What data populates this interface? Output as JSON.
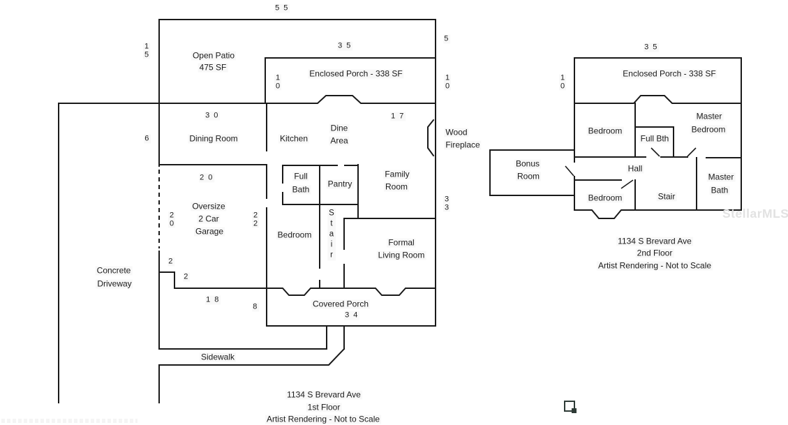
{
  "watermark": "StellarMLS",
  "colors": {
    "wall": "#1a1a1a",
    "text": "#1b1b1b",
    "watermark": "#e2e2e2",
    "icon": "#2e3b36"
  },
  "floor1": {
    "labels": {
      "open_patio_1": "Open Patio",
      "open_patio_2": "475 SF",
      "enclosed_porch": "Enclosed Porch - 338 SF",
      "dining_room": "Dining Room",
      "kitchen": "Kitchen",
      "dine_area_1": "Dine",
      "dine_area_2": "Area",
      "wood_fireplace_1": "Wood",
      "wood_fireplace_2": "Fireplace",
      "family_room_1": "Family",
      "family_room_2": "Room",
      "garage_1": "Oversize",
      "garage_2": "2 Car",
      "garage_3": "Garage",
      "full_bath_1": "Full",
      "full_bath_2": "Bath",
      "pantry": "Pantry",
      "bedroom": "Bedroom",
      "stair_letters": [
        "S",
        "t",
        "a",
        "i",
        "r"
      ],
      "formal_living_1": "Formal",
      "formal_living_2": "Living Room",
      "covered_porch": "Covered Porch",
      "concrete_driveway_1": "Concrete",
      "concrete_driveway_2": "Driveway",
      "sidewalk": "Sidewalk"
    },
    "dims": {
      "top_width": "5 5",
      "patio_height_1": "1",
      "patio_height_2": "5",
      "porch_width": "3 5",
      "porch_right_h": "5",
      "porch_left_h_1": "1",
      "porch_left_h_2": "0",
      "porch_right_h2_1": "1",
      "porch_right_h2_2": "0",
      "dining_width": "3 0",
      "dining_left": "6",
      "family_width": "1 7",
      "family_right_1": "3",
      "family_right_2": "3",
      "garage_width": "2 0",
      "garage_left_1": "2",
      "garage_left_2": "0",
      "garage_right_1": "2",
      "garage_right_2": "2",
      "step_1": "2",
      "step_2": "2",
      "front_width": "1 8",
      "front_height": "8",
      "covered_porch_width": "3 4"
    },
    "footer": {
      "line1": "1134 S Brevard Ave",
      "line2": "1st Floor",
      "line3": "Artist Rendering - Not to Scale"
    }
  },
  "floor2": {
    "labels": {
      "enclosed_porch": "Enclosed Porch - 338 SF",
      "bedroom_top": "Bedroom",
      "full_bth": "Full Bth",
      "master_bedroom_1": "Master",
      "master_bedroom_2": "Bedroom",
      "bonus_room_1": "Bonus",
      "bonus_room_2": "Room",
      "hall": "Hall",
      "stair": "Stair",
      "master_bath_1": "Master",
      "master_bath_2": "Bath",
      "bedroom_bottom": "Bedroom"
    },
    "dims": {
      "porch_width": "3 5",
      "porch_left_h_1": "1",
      "porch_left_h_2": "0"
    },
    "footer": {
      "line1": "1134 S Brevard Ave",
      "line2": "2nd Floor",
      "line3": "Artist Rendering - Not to Scale"
    }
  }
}
